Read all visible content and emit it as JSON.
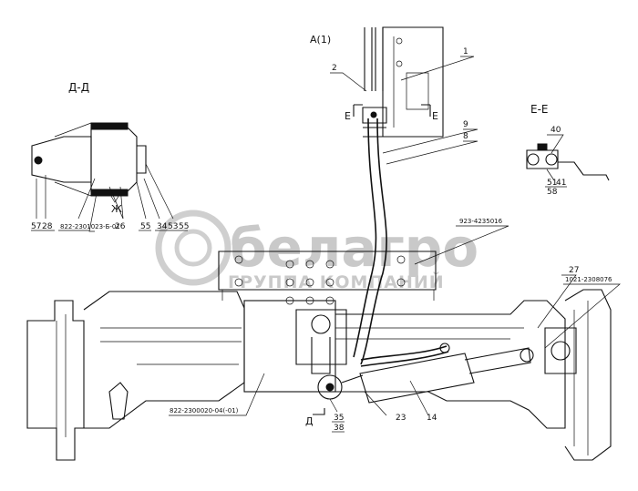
{
  "sections": {
    "view_a": "А(1)",
    "section_dd": "Д-Д",
    "section_ee": "Е-Е",
    "cut_e_left": "Е",
    "cut_e_right": "Е",
    "cut_d": "Д",
    "zh": "Ж"
  },
  "watermark": {
    "brand": "белагро",
    "group": "ГРУППА КОМПАНИЙ"
  },
  "callouts": {
    "c1": "1",
    "c2": "2",
    "c9": "9",
    "c8": "8",
    "c40": "40",
    "c51": "51",
    "c41": "41",
    "c58": "58",
    "c57": "57",
    "c28": "28",
    "c822a": "822-2301023-Б-01",
    "c26": "26",
    "c55a": "55",
    "c34": "34",
    "c53": "53",
    "c55b": "55",
    "c923": "923-4235016",
    "c27": "27",
    "c1021": "1021-2308076",
    "c822b": "822-2300020-04(-01)",
    "c35": "35",
    "c38": "38",
    "c23": "23",
    "c14": "14"
  }
}
